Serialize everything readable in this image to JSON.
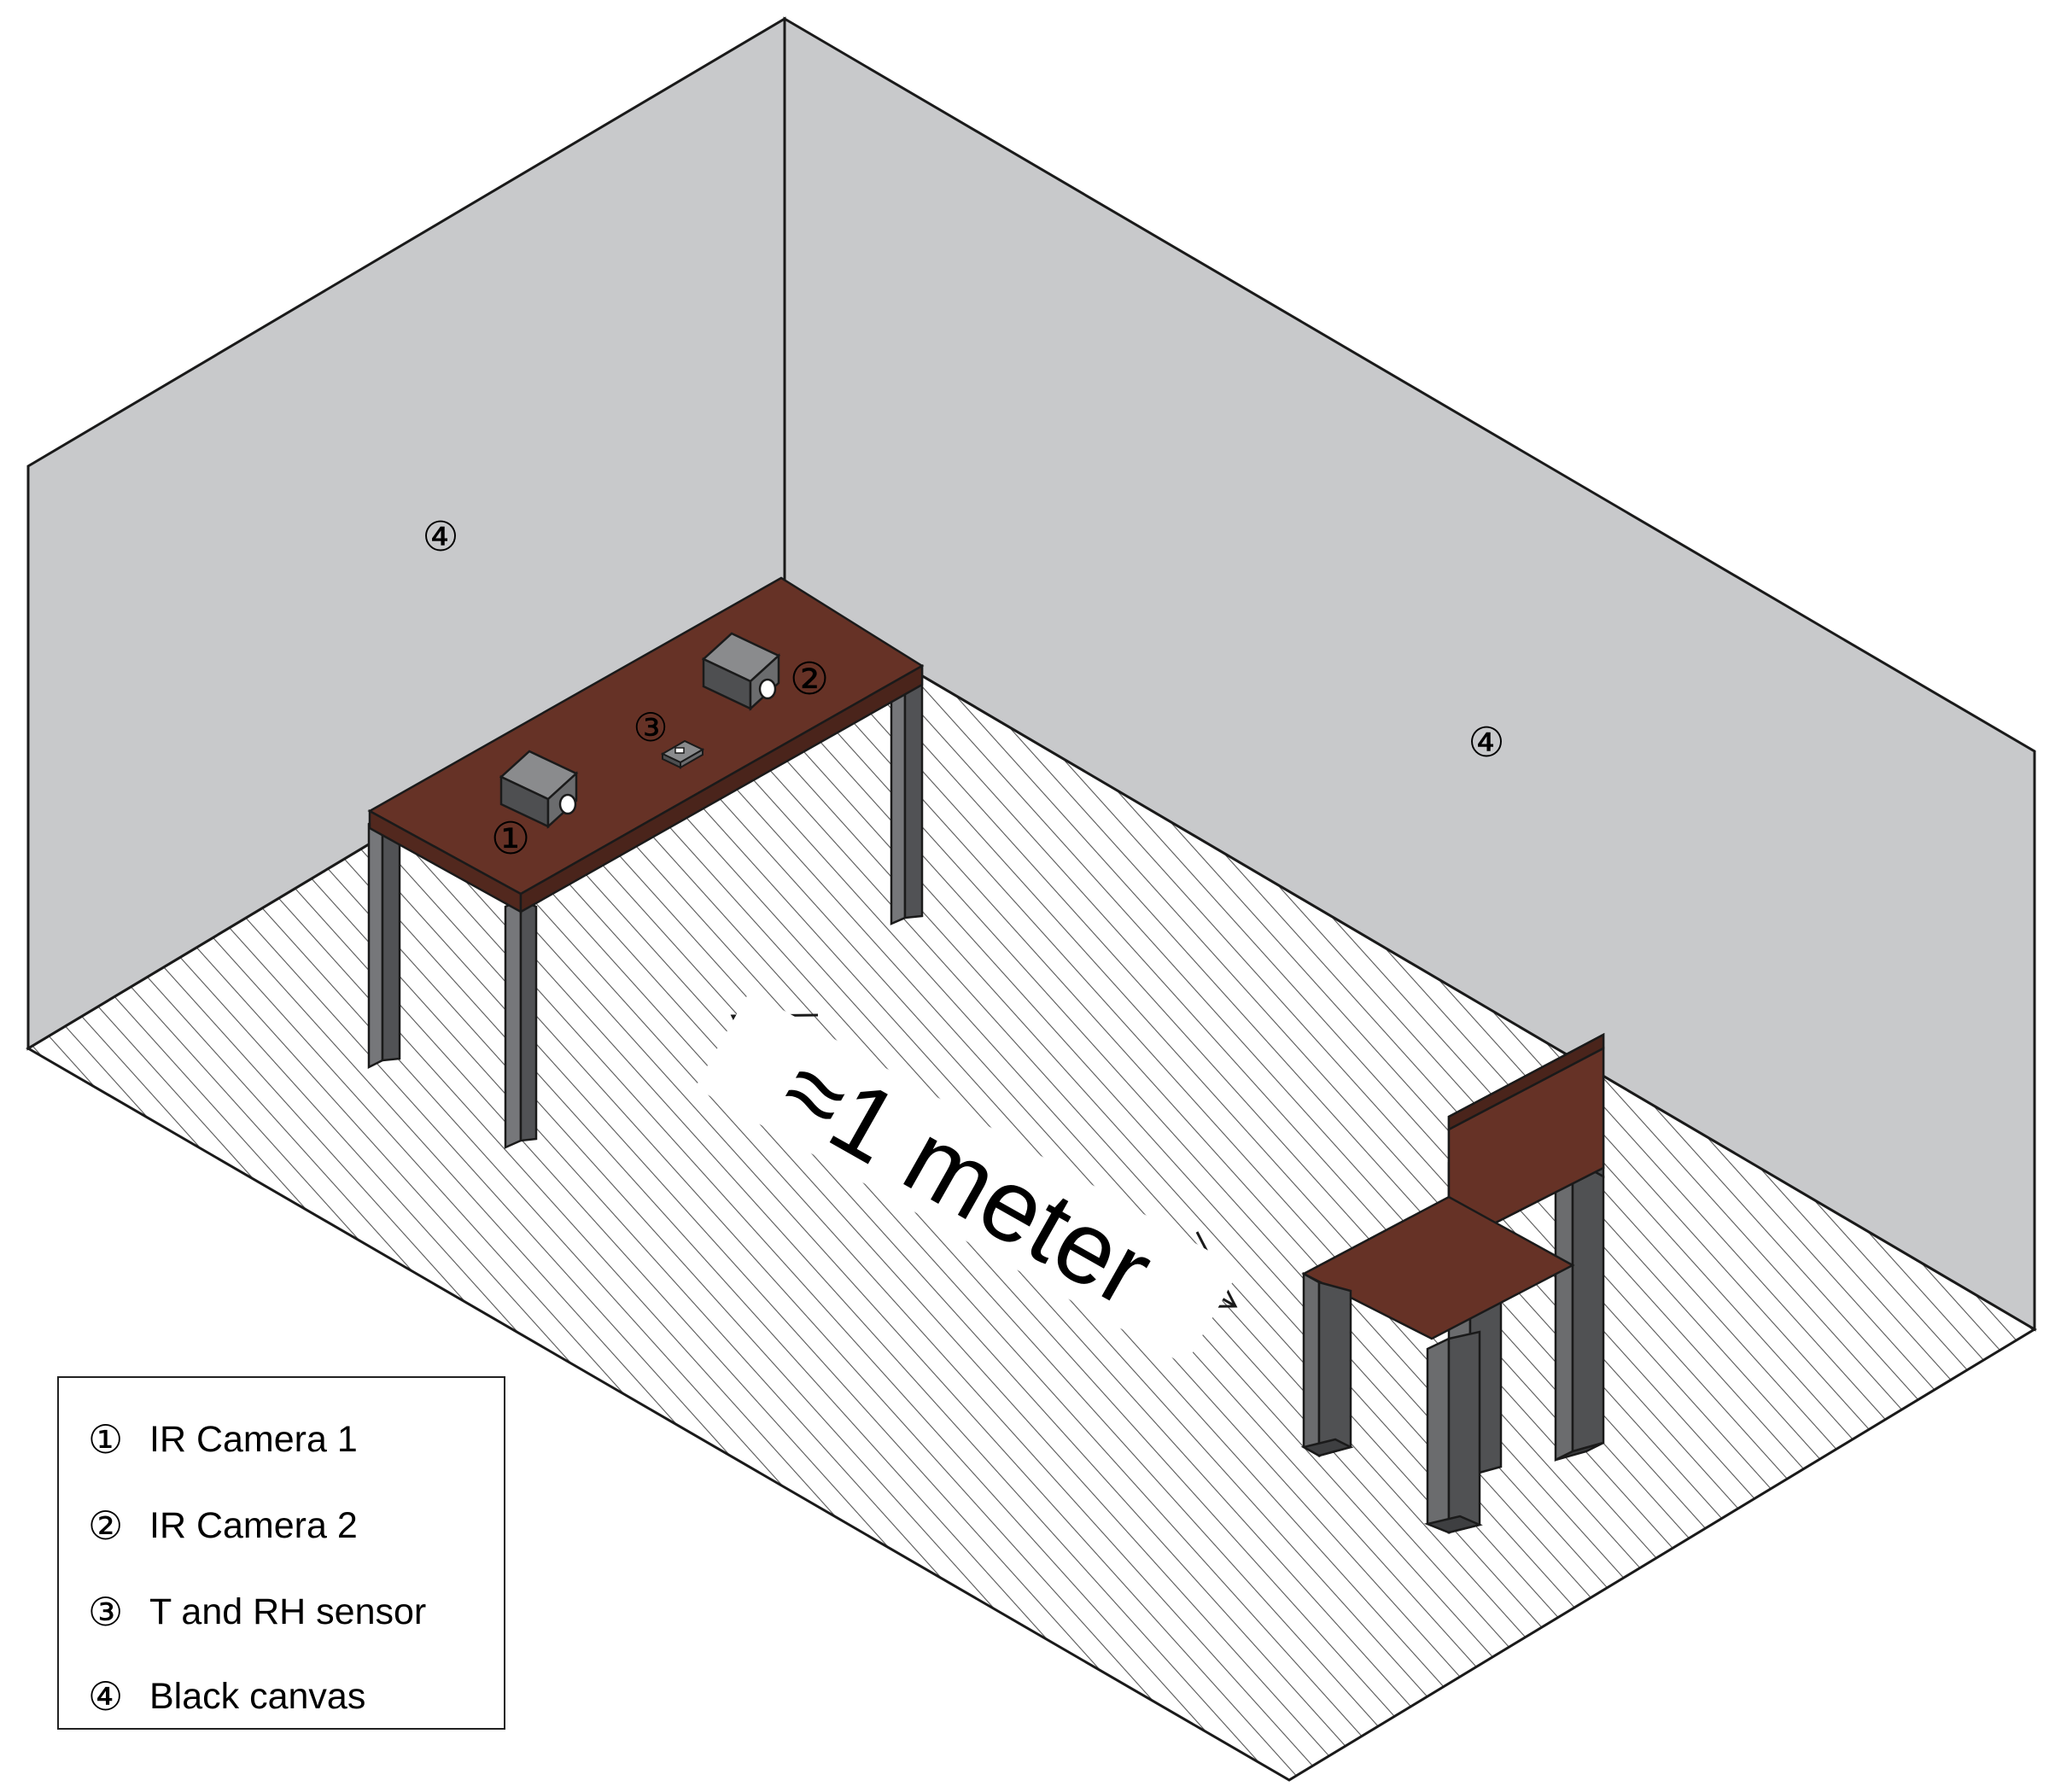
{
  "markers": {
    "camera1": "①",
    "camera2": "②",
    "sensor": "③",
    "canvas_left": "④",
    "canvas_right": "④"
  },
  "distance_label": "≈1 meter",
  "legend": {
    "items": [
      {
        "marker": "①",
        "text": "IR Camera 1"
      },
      {
        "marker": "②",
        "text": "IR Camera 2"
      },
      {
        "marker": "③",
        "text": "T and RH sensor"
      },
      {
        "marker": "④",
        "text": "Black canvas"
      }
    ]
  },
  "colors": {
    "wall": "#c8c9cb",
    "furniture_wood": "#663226",
    "legs": "#5f6062",
    "camera": "#6b6c6e",
    "floor_hatch": "#555555",
    "outline": "#1a1a1a"
  }
}
